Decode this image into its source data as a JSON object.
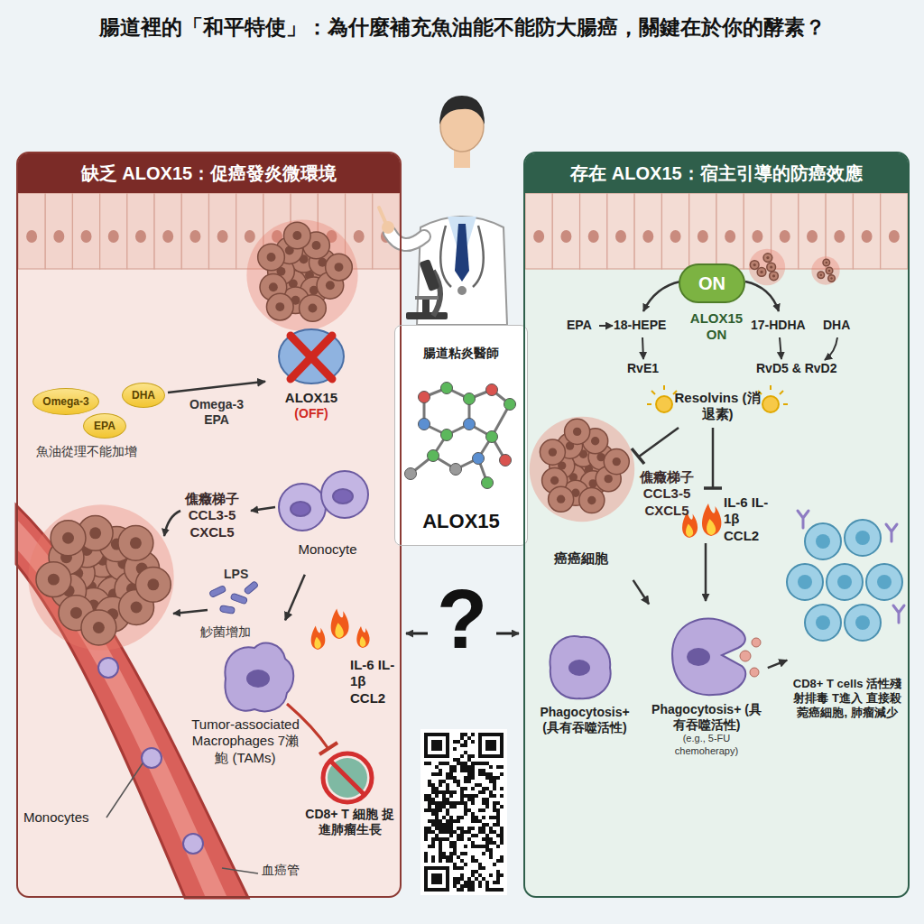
{
  "diagram": {
    "title": "腸道裡的「和平特使」：為什麼補充魚油能不能防大腸癌，關鍵在於你的酵素？",
    "nodes": [
      {
        "text": [
          "缺乏 ALOX15：促癌發炎微環境"
        ]
      },
      {
        "text": [
          "腸道粘炎醫師",
          "ALOX15"
        ]
      },
      {
        "text": [
          "存在 ALOX15：宿主引導的防癌效應"
        ]
      },
      {
        "text": [
          "Omega-3"
        ],
        "in": 0
      },
      {
        "text": [
          "EPA"
        ],
        "in": 0
      },
      {
        "text": [
          "DHA"
        ],
        "in": 0
      },
      {
        "text": [
          "ALOX15",
          "(OFF)"
        ],
        "in": 0
      },
      {
        "text": [
          "Monocyte"
        ],
        "in": 0
      },
      {
        "text": [
          "Tumor-associated Macrophages 7瀨鮑 (TAMs)"
        ],
        "in": 0
      },
      {
        "text": [
          "CD8+ T 細胞 捉進肺瘤生長"
        ],
        "in": 0
      },
      {
        "text": [
          "ON"
        ],
        "in": 2
      },
      {
        "text": [
          "癌癌細胞"
        ],
        "in": 2
      },
      {
        "text": [
          "Phagocytosis+ (具有吞噬活性)"
        ],
        "in": 2
      },
      {
        "text": [
          "Phagocytosis+ (具有吞噬活性)",
          "(e.g., 5-FU chemoherapy)"
        ],
        "in": 2
      },
      {
        "text": [
          "CD8+ T cells 活性殘射排毒 T進入 直接殺菀癌細胞, 肺瘤減少"
        ],
        "in": 2
      }
    ],
    "edges": [
      {
        "from": 5,
        "to": 6,
        "arrow": "to",
        "label": "Omega-3 EPA"
      },
      {
        "from": 7,
        "to": 8,
        "arrow": "to"
      },
      {
        "from": 11,
        "to": 13,
        "arrow": "to"
      },
      {
        "from": 13,
        "to": 14,
        "arrow": "to"
      }
    ],
    "labels": [
      "魚油從理不能加增",
      "僬癥梯子 CCL3-5 CXCL5",
      "LPS",
      "觘菌增加",
      "IL-6 IL-1β CCL2",
      "Monocytes",
      "血癌管",
      "?",
      "EPA",
      "18-HEPE",
      "ALOX15 ON",
      "17-HDHA",
      "DHA",
      "RvE1",
      "RvD5 & RvD2",
      "Resolvins (消退素)",
      "僬癥梯子 CCL3-5 CXCL5",
      "IL-6 IL-1β CCL2"
    ]
  }
}
